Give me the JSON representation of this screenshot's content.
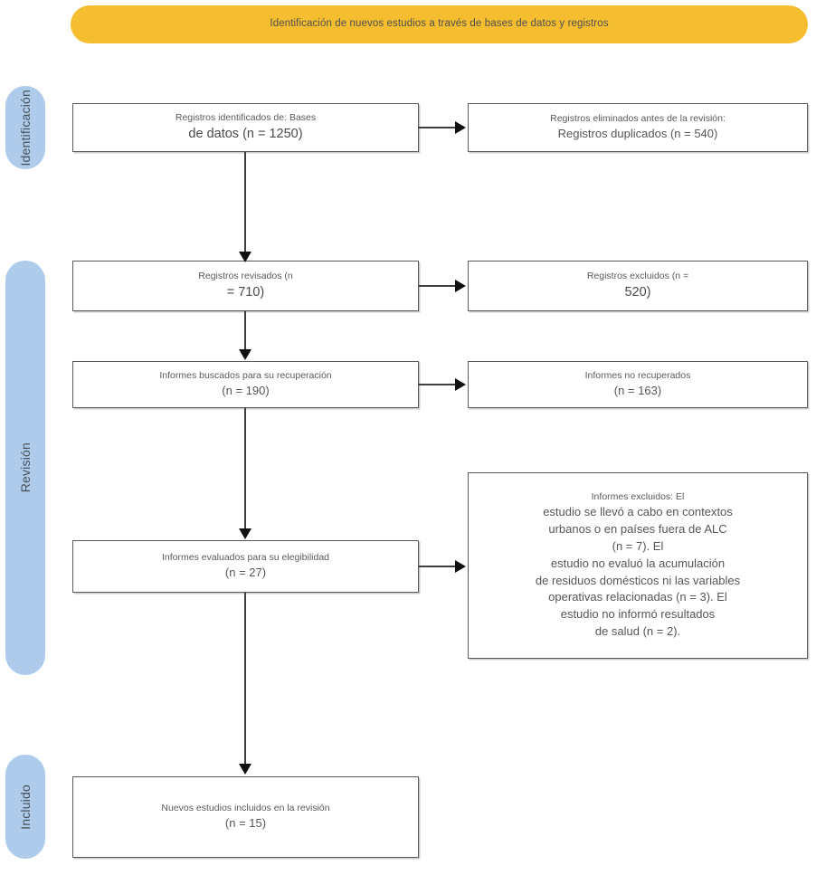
{
  "banner": {
    "title": "Identificación de nuevos estudios a través de bases de datos y registros",
    "color": "#F5BE30"
  },
  "stages": {
    "color": "#AECBEC",
    "identification": "Identificación",
    "screening": "Revisión",
    "included": "Incluido"
  },
  "boxes": {
    "identified": {
      "line1": "Registros identificados de: Bases",
      "line2": "de datos (n = 1250)"
    },
    "removed": {
      "line1": "Registros eliminados antes de la revisión:",
      "line2": "Registros duplicados (n = 540)"
    },
    "screened": {
      "line1": "Registros revisados (n",
      "line2": "= 710)"
    },
    "excluded": {
      "line1": "Registros excluidos (n =",
      "line2": "520)"
    },
    "sought": {
      "line1": "Informes buscados para su recuperación",
      "line2": "(n = 190)"
    },
    "not_retrieved": {
      "line1": "Informes no recuperados",
      "line2": "(n = 163)"
    },
    "assessed": {
      "line1": "Informes evaluados para su elegibilidad",
      "line2": "(n = 27)"
    },
    "reports_excluded": {
      "line1": "Informes excluidos: El",
      "line2": "estudio se llevó a cabo en contextos",
      "line3": "urbanos o en países fuera de ALC",
      "line4": "(n = 7). El",
      "line5": "estudio no evaluó la acumulación",
      "line6": "de residuos domésticos ni las variables",
      "line7": "operativas relacionadas (n = 3). El",
      "line8": "estudio no informó resultados",
      "line9": "de salud (n = 2)."
    },
    "included": {
      "line1": "Nuevos estudios incluidos en la revisión",
      "line2": "(n = 15)"
    }
  }
}
